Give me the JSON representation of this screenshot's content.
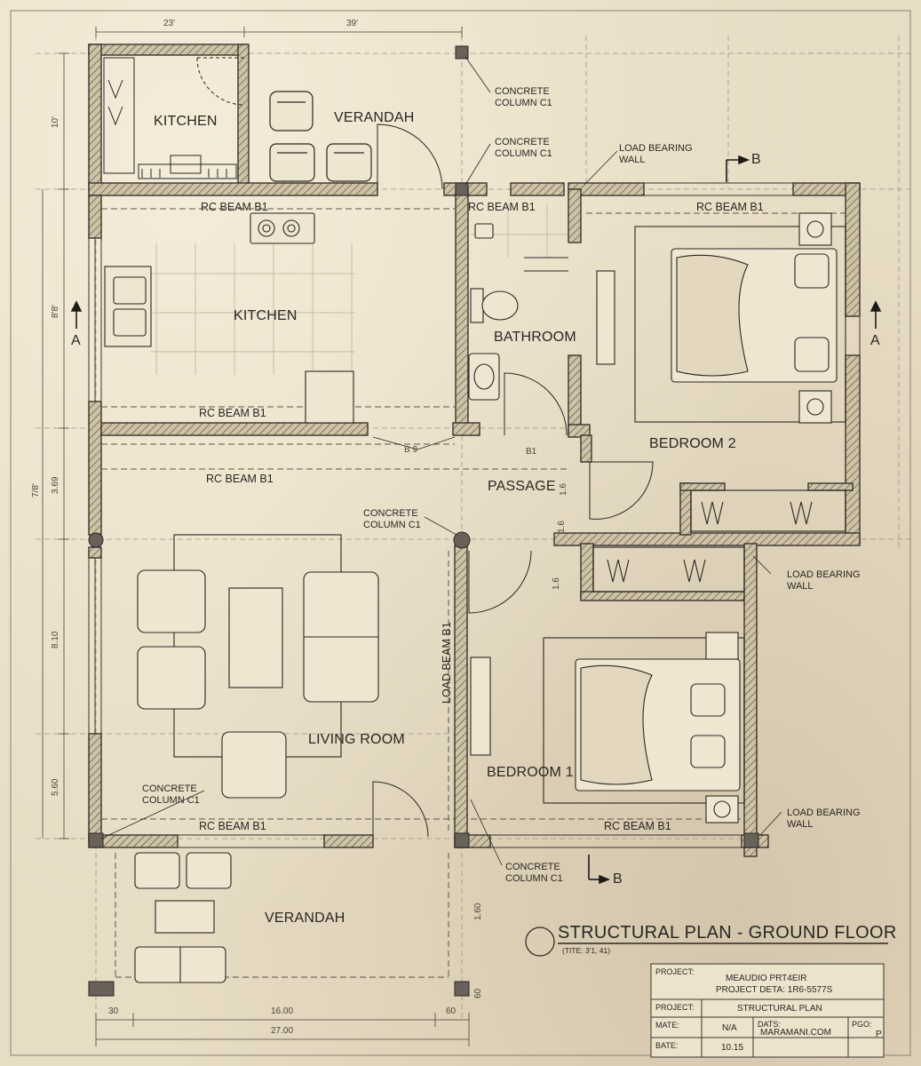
{
  "rooms": {
    "kitchen_small": "KITCHEN",
    "verandah_top": "VERANDAH",
    "kitchen": "KITCHEN",
    "bathroom": "BATHROOM",
    "bedroom2": "BEDROOM 2",
    "passage": "PASSAGE",
    "living_room": "LIVING ROOM",
    "bedroom1": "BEDROOM 1",
    "verandah_bottom": "VERANDAH"
  },
  "beams": {
    "rc_beam_b1": "RC BEAM B1",
    "load_beam_b1": "LOAD BEAM B1",
    "b1": "B1",
    "b9": "B 9"
  },
  "annotations": {
    "concrete_column": [
      "CONCRETE",
      "COLUMN C1"
    ],
    "load_bearing_wall": [
      "LOAD BEARING",
      "WALL"
    ]
  },
  "sections": {
    "a": "A",
    "b": "B"
  },
  "dimensions": {
    "top": [
      "23'",
      "39'"
    ],
    "left": [
      "10'",
      "8'8'",
      "7/8'",
      "3.69",
      "8.10",
      "5.60"
    ],
    "bottom": [
      "30",
      "16.00",
      "60",
      "27.00"
    ],
    "small": [
      "1.60",
      "60",
      "1.6",
      "1.6",
      "1.6"
    ]
  },
  "title": {
    "main": "STRUCTURAL PLAN - GROUND FLOOR",
    "sub": "(TITE: 3'1, 41)"
  },
  "title_block": {
    "project_label": "PROJECT:",
    "project_value_1": "MEAUDIO PRT4EIR",
    "project_value_2": "PROJECT DETA: 1R6-5577S",
    "project2_label": "PROJECT:",
    "project2_value": "STRUCTURAL PLAN",
    "mate_label": "MATE:",
    "mate_value": "N/A",
    "dats_label": "DATS:",
    "dats_value": "MARAMANI.COM",
    "bate_label": "BATE:",
    "bate_value": "10.15",
    "pgo_label": "PGO:",
    "pgo_value": "P"
  }
}
